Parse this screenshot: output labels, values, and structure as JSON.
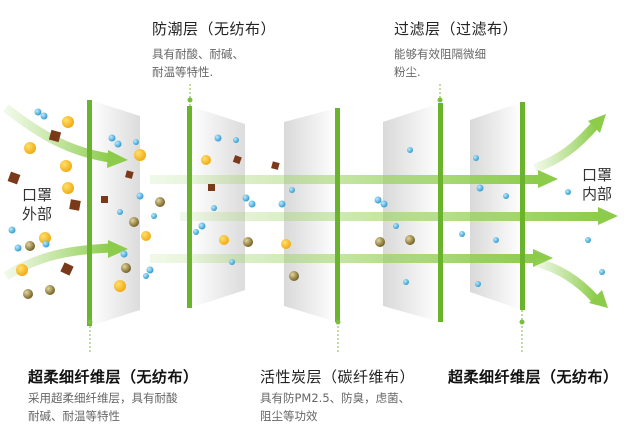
{
  "zones": {
    "outside": [
      "口罩",
      "外部"
    ],
    "inside": [
      "口罩",
      "内部"
    ]
  },
  "layers": [
    {
      "title": "超柔细纤维层（无纺布）",
      "desc": [
        "采用超柔细纤维层，具有耐酸",
        "耐碱、耐温等特性"
      ]
    },
    {
      "title": "防潮层（无纺布）",
      "desc": [
        "具有耐酸、耐碱、",
        "耐温等特性."
      ]
    },
    {
      "title": "活性炭层（碳纤维布）",
      "desc": [
        "具有防PM2.5、防臭，虑菌、",
        "阻尘等功效"
      ]
    },
    {
      "title": "过滤层（过滤布）",
      "desc": [
        "能够有效阻隔微细",
        "粉尘."
      ]
    },
    {
      "title": "超柔细纤维层（无纺布）",
      "desc": []
    }
  ],
  "colors": {
    "layer_green": "#6ab42d",
    "arrow_green": "#9fd66a",
    "particle_yellow": "#f5b81c",
    "particle_brown": "#7a3a1a",
    "particle_olive": "#8c7a3a",
    "particle_blue": "#3fa6d8"
  }
}
